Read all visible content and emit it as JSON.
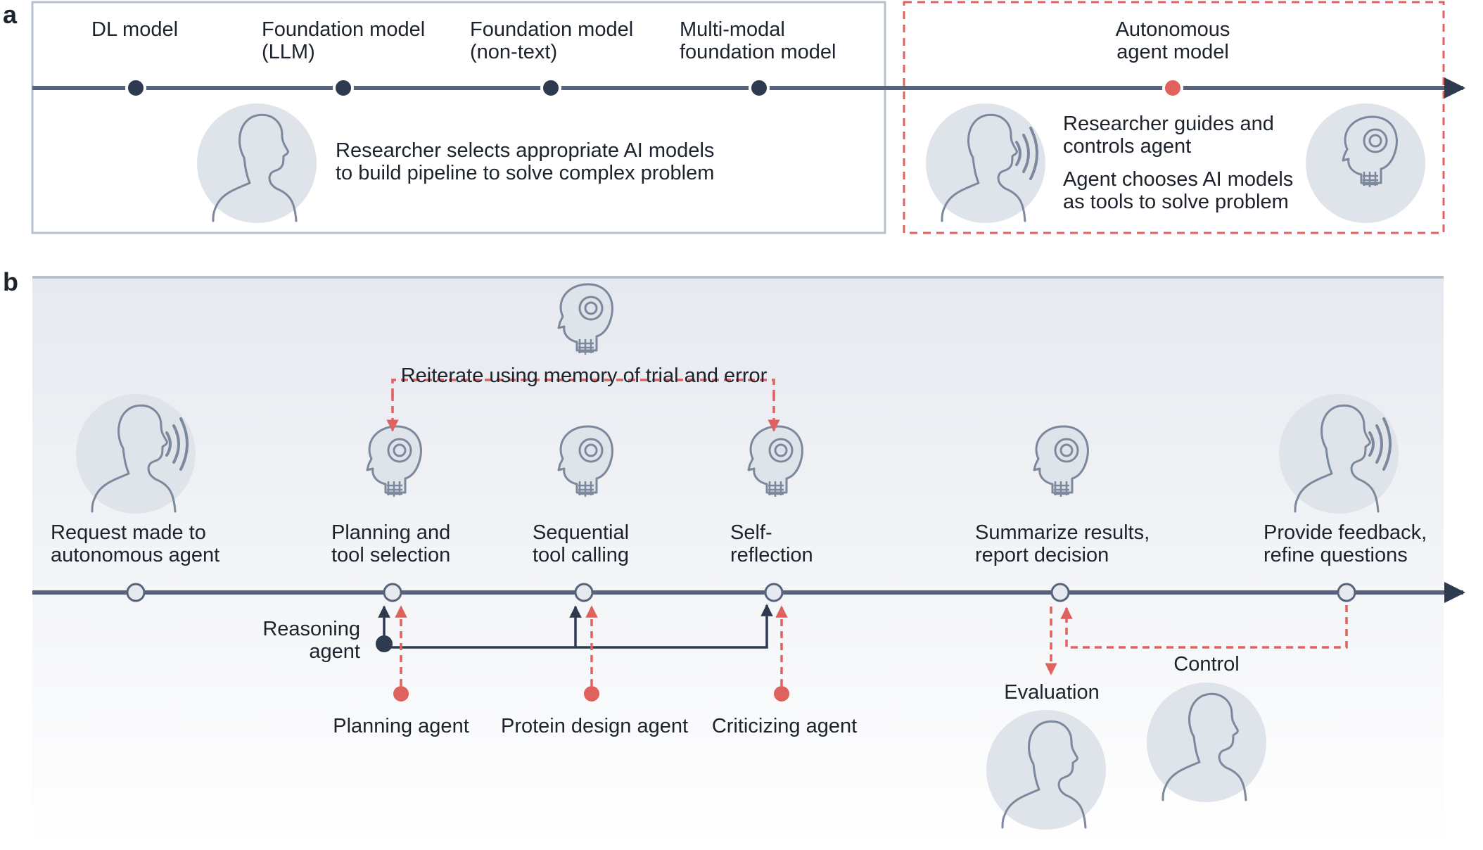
{
  "panel_a": {
    "letter": "a",
    "stages": [
      {
        "label": "DL model"
      },
      {
        "label": "Foundation model\n(LLM)"
      },
      {
        "label": "Foundation model\n(non-text)"
      },
      {
        "label": "Multi-modal\nfoundation model"
      }
    ],
    "agent_stage": "Autonomous\nagent model",
    "researcher_text": "Researcher selects appropriate AI models\nto build pipeline to solve complex problem",
    "guide_text": "Researcher guides and\ncontrols agent",
    "agent_text": "Agent chooses AI models\nas tools to solve problem"
  },
  "panel_b": {
    "letter": "b",
    "loop_label": "Reiterate using memory of trial and error",
    "steps": [
      {
        "label": "Request made to\nautonomous agent"
      },
      {
        "label": "Planning and\ntool selection"
      },
      {
        "label": "Sequential\ntool calling"
      },
      {
        "label": "Self-\nreflection"
      },
      {
        "label": "Summarize results,\nreport decision"
      },
      {
        "label": "Provide feedback,\nrefine questions"
      }
    ],
    "reasoning_agent": "Reasoning\nagent",
    "agents": [
      {
        "label": "Planning agent"
      },
      {
        "label": "Protein design agent"
      },
      {
        "label": "Criticizing agent"
      }
    ],
    "evaluation": "Evaluation",
    "control": "Control"
  },
  "colors": {
    "line": "#56637a",
    "node_dark": "#2e3a50",
    "accent_red": "#e0625f",
    "circle_fill": "#dfe3ea",
    "icon_stroke": "#7c889c",
    "panel_border": "#b9c1cf"
  }
}
